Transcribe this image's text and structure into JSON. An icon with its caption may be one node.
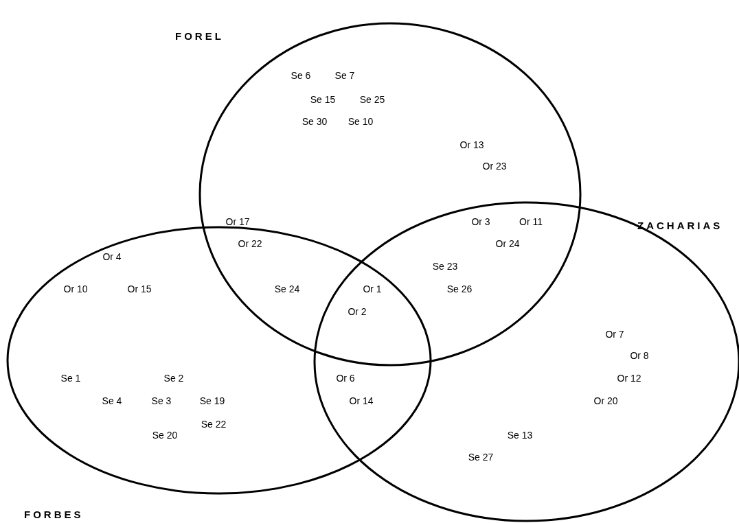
{
  "diagram": {
    "nodes": [
      {
        "text": [
          "FOREL"
        ]
      },
      {
        "text": [
          "ZACHARIAS"
        ]
      },
      {
        "text": [
          "FORBES"
        ]
      }
    ],
    "labels": [
      "Se 6",
      "Se 7",
      "Se 15",
      "Se 25",
      "Se 30",
      "Se 10",
      "Or 13",
      "Or 23",
      "Or 17",
      "Or 3",
      "Or 11",
      "Or 22",
      "Or 24",
      "Or 4",
      "Se 23",
      "Or 10",
      "Or 15",
      "Se 24",
      "Or 1",
      "Se 26",
      "Or 2",
      "Or 7",
      "Or 8",
      "Se 1",
      "Se 2",
      "Or 6",
      "Or 12",
      "Se 4",
      "Se 3",
      "Se 19",
      "Or 14",
      "Or 20",
      "Se 22",
      "Se 20",
      "Se 13",
      "Se 27"
    ]
  }
}
